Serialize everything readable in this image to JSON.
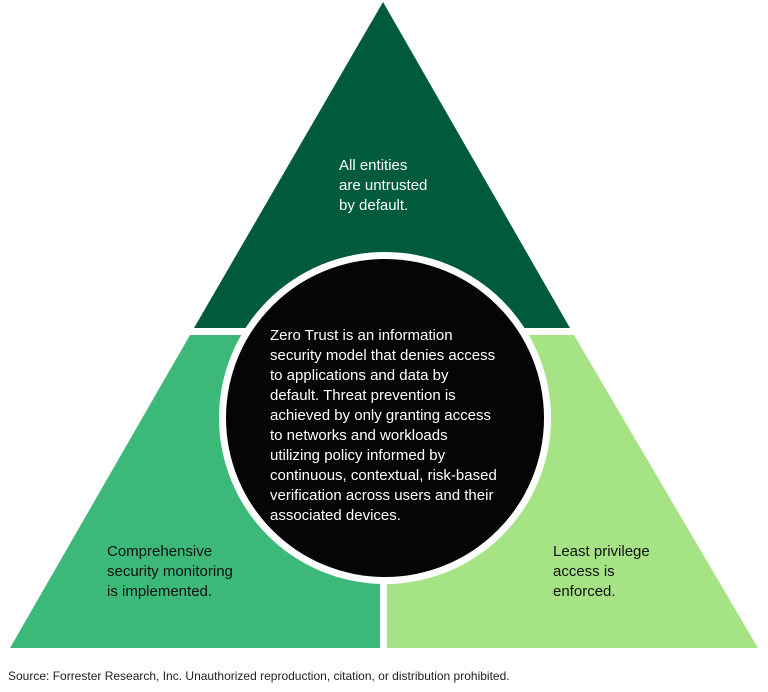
{
  "segments": {
    "top": {
      "lines": [
        "All entities",
        "are untrusted",
        "by default."
      ],
      "color": "#005a3c"
    },
    "bottom_left": {
      "lines": [
        "Comprehensive",
        "security monitoring",
        "is implemented."
      ],
      "color": "#3cb878"
    },
    "bottom_right": {
      "lines": [
        "Least privilege",
        "access is",
        "enforced."
      ],
      "color": "#a6e385"
    }
  },
  "center": {
    "lines": [
      "Zero Trust is an information",
      "security model that denies access",
      "to applications and data by",
      "default. Threat prevention is",
      "achieved by only granting access",
      "to networks and workloads",
      "utilizing policy informed by",
      "continuous, contextual, risk-based",
      "verification across users and their",
      "associated devices."
    ],
    "color": "#050505"
  },
  "source": "Source: Forrester Research, Inc. Unauthorized reproduction, citation, or distribution prohibited."
}
